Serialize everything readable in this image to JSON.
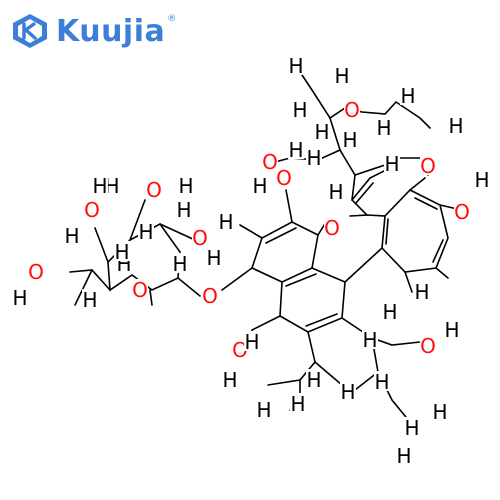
{
  "brand": {
    "name": "Kuujia",
    "icon": "k-shield-logo-icon",
    "mark": "®",
    "color": "#3d7fd6"
  },
  "molecule": {
    "atom_colors": {
      "O": "#ff0d0d",
      "H": "#000000",
      "bond": "#000000"
    },
    "atoms": [
      {
        "id": "h1",
        "el": "H"
      },
      {
        "id": "h2",
        "el": "H"
      },
      {
        "id": "o1",
        "el": "O"
      },
      {
        "id": "h3",
        "el": "H"
      },
      {
        "id": "h4",
        "el": "H"
      },
      {
        "id": "h5",
        "el": "H"
      },
      {
        "id": "h6",
        "el": "H"
      },
      {
        "id": "h7",
        "el": "H"
      },
      {
        "id": "h8",
        "el": "H"
      },
      {
        "id": "o2",
        "el": "O"
      },
      {
        "id": "h9",
        "el": "H"
      },
      {
        "id": "h10",
        "el": "H"
      },
      {
        "id": "o3",
        "el": "O"
      },
      {
        "id": "h11",
        "el": "H"
      },
      {
        "id": "h12",
        "el": "H"
      },
      {
        "id": "o4",
        "el": "O"
      },
      {
        "id": "h13",
        "el": "H"
      },
      {
        "id": "o5",
        "el": "O"
      },
      {
        "id": "h14",
        "el": "H"
      },
      {
        "id": "h15",
        "el": "H"
      },
      {
        "id": "o6",
        "el": "O"
      },
      {
        "id": "h16",
        "el": "H"
      },
      {
        "id": "o7",
        "el": "O"
      },
      {
        "id": "h17",
        "el": "H"
      },
      {
        "id": "o8",
        "el": "O"
      },
      {
        "id": "h18",
        "el": "H"
      },
      {
        "id": "h19",
        "el": "H"
      },
      {
        "id": "o9",
        "el": "O"
      },
      {
        "id": "h20",
        "el": "H"
      },
      {
        "id": "h21",
        "el": "H"
      },
      {
        "id": "h22",
        "el": "H"
      },
      {
        "id": "o10",
        "el": "O"
      },
      {
        "id": "h23",
        "el": "H"
      },
      {
        "id": "o11",
        "el": "O"
      },
      {
        "id": "o12",
        "el": "O"
      },
      {
        "id": "h24",
        "el": "H"
      },
      {
        "id": "o13",
        "el": "O"
      },
      {
        "id": "h25",
        "el": "H"
      },
      {
        "id": "h26",
        "el": "H"
      },
      {
        "id": "h27",
        "el": "H"
      },
      {
        "id": "h28",
        "el": "H"
      },
      {
        "id": "h29",
        "el": "H"
      },
      {
        "id": "h30",
        "el": "H"
      },
      {
        "id": "h31",
        "el": "H"
      },
      {
        "id": "h32",
        "el": "H"
      },
      {
        "id": "h33",
        "el": "H"
      },
      {
        "id": "h34",
        "el": "H"
      },
      {
        "id": "o14",
        "el": "O"
      },
      {
        "id": "h35",
        "el": "H"
      },
      {
        "id": "h36",
        "el": "H"
      },
      {
        "id": "h37",
        "el": "H"
      },
      {
        "id": "h38",
        "el": "H"
      },
      {
        "id": "h39",
        "el": "H"
      },
      {
        "id": "h40",
        "el": "H"
      },
      {
        "id": "h41",
        "el": "H"
      }
    ]
  }
}
